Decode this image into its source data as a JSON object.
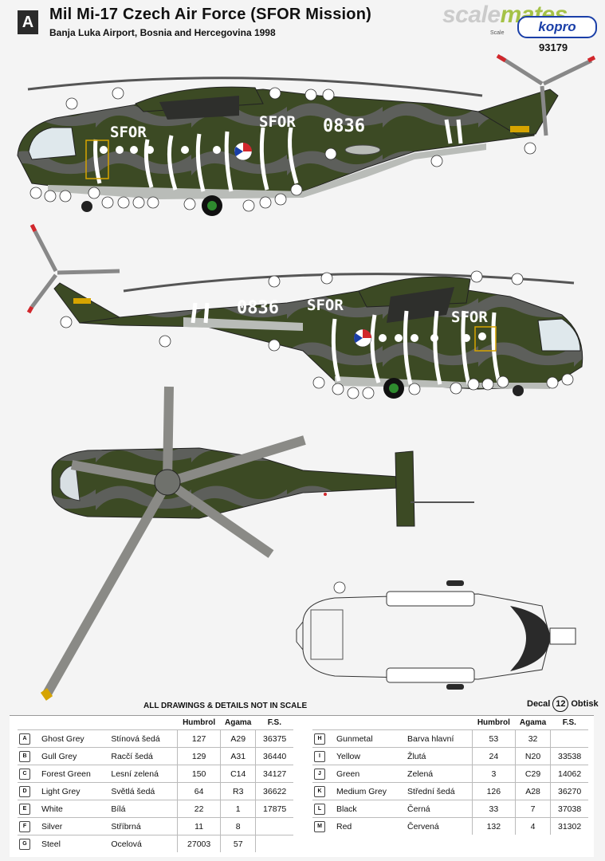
{
  "header": {
    "sheet_letter": "A",
    "title": "Mil Mi-17 Czech Air Force (SFOR Mission)",
    "subtitle": "Banja Luka Airport, Bosnia and Hercegovina 1998",
    "watermark_a": "scale",
    "watermark_b": "mates",
    "brand": "kopro",
    "scale_word": "Scale",
    "kit_number": "93179"
  },
  "aircraft": {
    "code_number": "0836",
    "mission_text": "SFOR"
  },
  "notes": {
    "not_in_scale": "ALL DRAWINGS & DETAILS NOT IN SCALE",
    "decal_label": "Decal",
    "decal_number": "12",
    "decal_label_cz": "Obtisk"
  },
  "colors": {
    "olive": "#3c4a24",
    "dark_grey": "#5d5f5b",
    "light_grey": "#b9bcb8",
    "white": "#ffffff",
    "red": "#d1272c",
    "green_chip": "#2e8b2e"
  },
  "paint_table": {
    "headers": {
      "humbrol": "Humbrol",
      "agama": "Agama",
      "fs": "F.S."
    },
    "left": [
      {
        "code": "A",
        "name": "Ghost Grey",
        "name_cz": "Stínová šedá",
        "humbrol": "127",
        "agama": "A29",
        "fs": "36375"
      },
      {
        "code": "B",
        "name": "Gull Grey",
        "name_cz": "Racčí šedá",
        "humbrol": "129",
        "agama": "A31",
        "fs": "36440"
      },
      {
        "code": "C",
        "name": "Forest Green",
        "name_cz": "Lesní zelená",
        "humbrol": "150",
        "agama": "C14",
        "fs": "34127"
      },
      {
        "code": "D",
        "name": "Light Grey",
        "name_cz": "Světlá šedá",
        "humbrol": "64",
        "agama": "R3",
        "fs": "36622"
      },
      {
        "code": "E",
        "name": "White",
        "name_cz": "Bílá",
        "humbrol": "22",
        "agama": "1",
        "fs": "17875"
      },
      {
        "code": "F",
        "name": "Silver",
        "name_cz": "Stříbrná",
        "humbrol": "11",
        "agama": "8",
        "fs": ""
      },
      {
        "code": "G",
        "name": "Steel",
        "name_cz": "Ocelová",
        "humbrol": "27003",
        "agama": "57",
        "fs": ""
      }
    ],
    "right": [
      {
        "code": "H",
        "name": "Gunmetal",
        "name_cz": "Barva hlavní",
        "humbrol": "53",
        "agama": "32",
        "fs": ""
      },
      {
        "code": "I",
        "name": "Yellow",
        "name_cz": "Žlutá",
        "humbrol": "24",
        "agama": "N20",
        "fs": "33538"
      },
      {
        "code": "J",
        "name": "Green",
        "name_cz": "Zelená",
        "humbrol": "3",
        "agama": "C29",
        "fs": "14062"
      },
      {
        "code": "K",
        "name": "Medium Grey",
        "name_cz": "Střední šedá",
        "humbrol": "126",
        "agama": "A28",
        "fs": "36270"
      },
      {
        "code": "L",
        "name": "Black",
        "name_cz": "Černá",
        "humbrol": "33",
        "agama": "7",
        "fs": "37038"
      },
      {
        "code": "M",
        "name": "Red",
        "name_cz": "Červená",
        "humbrol": "132",
        "agama": "4",
        "fs": "31302"
      }
    ]
  }
}
